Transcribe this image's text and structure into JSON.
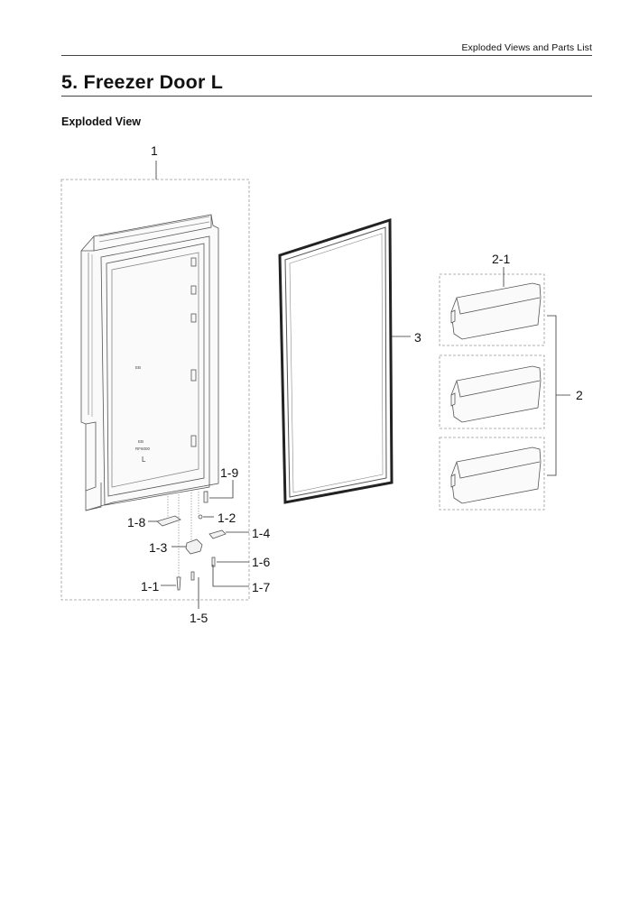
{
  "header": {
    "section_title": "Exploded Views and Parts List"
  },
  "page": {
    "title": "5.  Freezer Door L",
    "subheading": "Exploded View"
  },
  "diagram": {
    "callouts": {
      "c1": "1",
      "c1_1": "1-1",
      "c1_2": "1-2",
      "c1_3": "1-3",
      "c1_4": "1-4",
      "c1_5": "1-5",
      "c1_6": "1-6",
      "c1_7": "1-7",
      "c1_8": "1-8",
      "c1_9": "1-9",
      "c2": "2",
      "c2_1": "2-1",
      "c3": "3"
    },
    "door_markings": {
      "mark_a": "EB",
      "mark_b": "EB",
      "model": "RF6000",
      "side": "L"
    }
  }
}
